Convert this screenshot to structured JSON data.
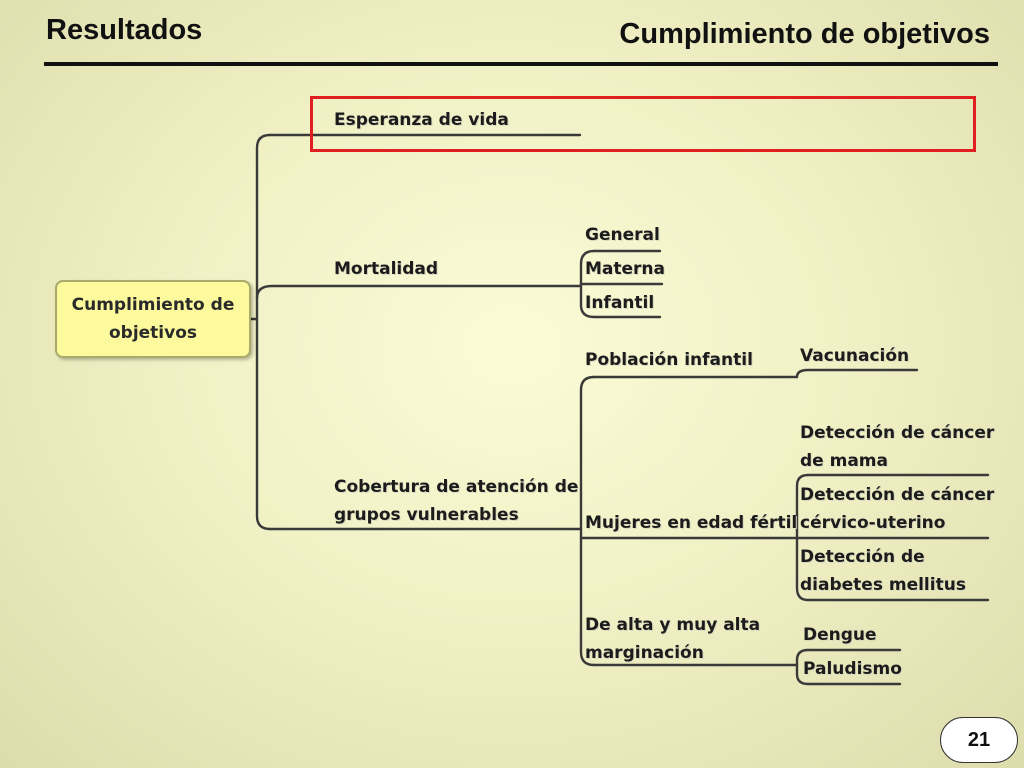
{
  "header": {
    "left_title": "Resultados",
    "right_title": "Cumplimiento de objetivos"
  },
  "mindmap": {
    "root": "Cumplimiento de\nobjetivos",
    "esperanza": "Esperanza de vida",
    "mortalidad": {
      "label": "Mortalidad",
      "children": [
        "General",
        "Materna",
        "Infantil"
      ]
    },
    "cobertura": {
      "label": "Cobertura de atención de\ngrupos vulnerables",
      "poblacion_infantil": {
        "label": "Población infantil",
        "children": [
          "Vacunación"
        ]
      },
      "mujeres": {
        "label": "Mujeres en edad fértil",
        "children": [
          "Detección de cáncer\nde mama",
          "Detección de cáncer\ncérvico-uterino",
          "Detección de\ndiabetes mellitus"
        ]
      },
      "marginacion": {
        "label": "De alta y muy alta\nmarginación",
        "children": [
          "Dengue",
          "Paludismo"
        ]
      }
    }
  },
  "colors": {
    "highlight": "#e02020",
    "root_fill": "#fcfa9c",
    "line": "#3a3a3a"
  },
  "footer": {
    "page_number": "21"
  }
}
